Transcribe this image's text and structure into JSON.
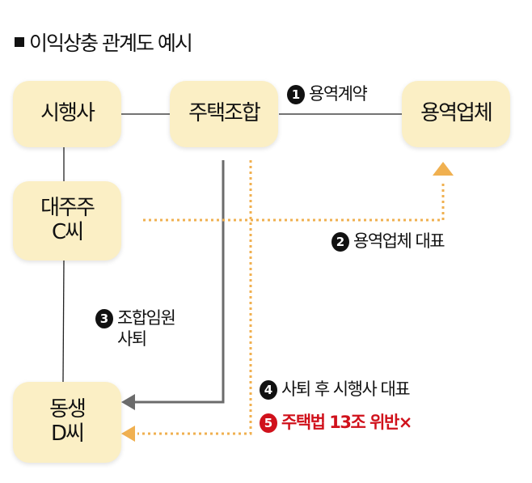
{
  "title": "이익상충 관계도 예시",
  "nodes": {
    "developer": "시행사",
    "housing_union": "주택조합",
    "service_company": "용역업체",
    "major_shareholder": [
      "대주주",
      "C씨"
    ],
    "brother": [
      "동생",
      "D씨"
    ]
  },
  "labels": [
    {
      "num": "1",
      "text": "용역계약"
    },
    {
      "num": "2",
      "text": "용역업체 대표"
    },
    {
      "num": "3",
      "text": [
        "조합임원",
        "사퇴"
      ]
    },
    {
      "num": "4",
      "text": "사퇴 후 시행사 대표"
    },
    {
      "num": "5",
      "text": "주택법 13조 위반×"
    }
  ],
  "colors": {
    "box": "#fbefc5",
    "orange": "#f0b050",
    "gray": "#6b6b6b",
    "red": "#d0111b"
  }
}
